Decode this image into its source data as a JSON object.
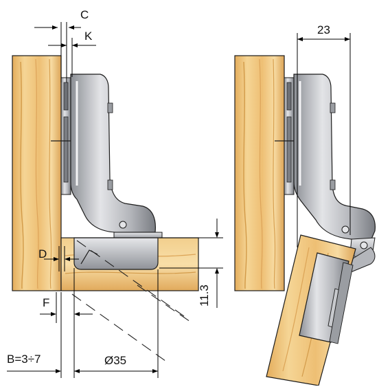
{
  "labels": {
    "c": "C",
    "k": "K",
    "d": "D",
    "f": "F",
    "b_range": "B=3÷7",
    "cup_diameter": "Ø35",
    "cup_depth": "11.3",
    "overlay": "23"
  },
  "colors": {
    "wood_light": "#f6d79a",
    "wood_mid": "#e7b566",
    "wood_dark": "#c98e3c",
    "metal_light": "#d9dadd",
    "metal_mid": "#a9abb0",
    "metal_dark": "#6d7076",
    "outline": "#1b1b1b"
  }
}
